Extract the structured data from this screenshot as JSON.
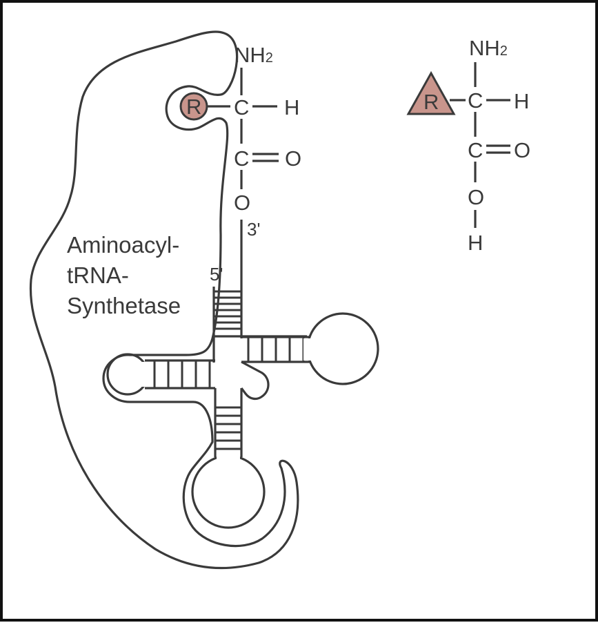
{
  "colors": {
    "enzyme_fill": "#ebdddb",
    "r_group_fill": "#c9958c",
    "line": "#3a3a3a",
    "frame": "#111111"
  },
  "enzyme": {
    "label_lines": [
      "Aminoacyl-",
      "tRNA-",
      "Synthetase"
    ]
  },
  "bound_amino_acid": {
    "amine": "NH",
    "amine_subscript": "2",
    "alpha_carbon": "C",
    "hydrogen": "H",
    "r_group": "R",
    "carbonyl_carbon": "C",
    "carbonyl_oxygen": "O",
    "ester_oxygen": "O",
    "r_group_shape": "circle"
  },
  "trna": {
    "three_prime_label": "3'",
    "five_prime_label": "5'"
  },
  "free_amino_acid": {
    "amine": "NH",
    "amine_subscript": "2",
    "alpha_carbon": "C",
    "hydrogen": "H",
    "r_group": "R",
    "carbonyl_carbon": "C",
    "carbonyl_oxygen": "O",
    "hydroxyl_oxygen": "O",
    "hydroxyl_hydrogen": "H",
    "r_group_shape": "triangle"
  }
}
